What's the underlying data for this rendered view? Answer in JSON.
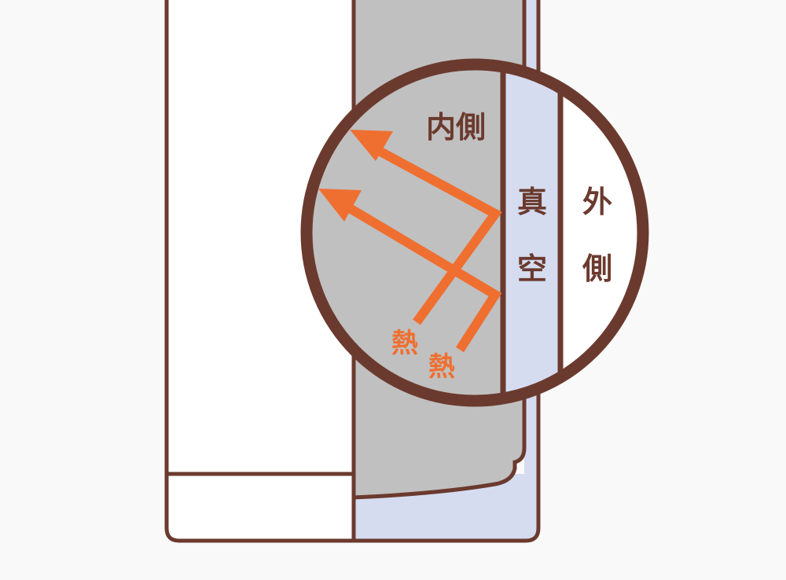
{
  "labels": {
    "inner": "内側",
    "vacuum_1": "真",
    "vacuum_2": "空",
    "outer_1": "外",
    "outer_2": "側",
    "heat_1": "熱",
    "heat_2": "熱"
  },
  "colors": {
    "outline": "#6b3a2e",
    "inner_wall": "#c0c0c0",
    "vacuum": "#d5dcf0",
    "heat_arrow": "#ef6f31",
    "background": "#f9f9f9"
  }
}
